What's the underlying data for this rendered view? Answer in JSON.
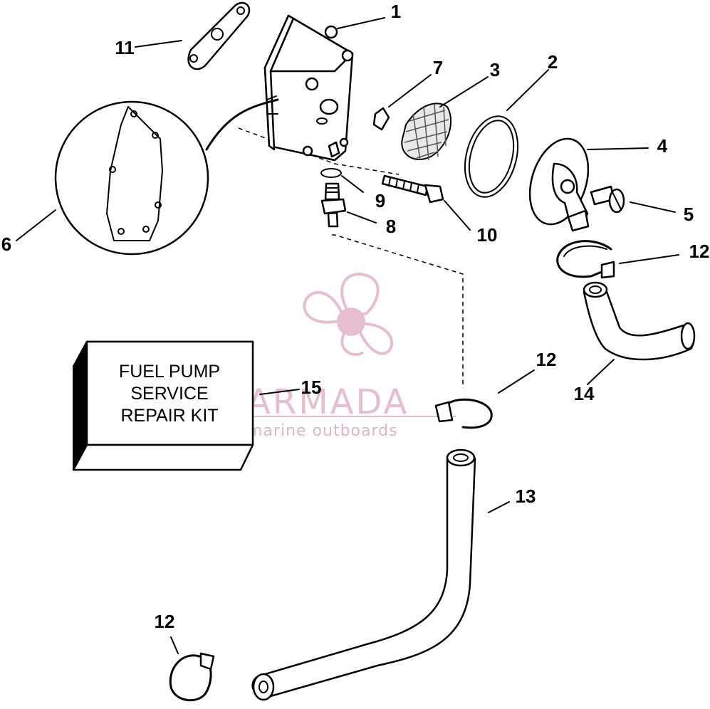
{
  "diagram": {
    "callouts": {
      "c1": "1",
      "c2": "2",
      "c3": "3",
      "c4": "4",
      "c5": "5",
      "c6": "6",
      "c7": "7",
      "c8": "8",
      "c9": "9",
      "c10": "10",
      "c11": "11",
      "c12a": "12",
      "c12b": "12",
      "c12c": "12",
      "c13": "13",
      "c14": "14",
      "c15": "15"
    },
    "kit_box": {
      "line1": "FUEL PUMP",
      "line2": "SERVICE",
      "line3": "REPAIR KIT"
    }
  },
  "watermark": {
    "brand": "ARMADA",
    "tagline": "marine outboards",
    "color": "#d28aaa"
  }
}
